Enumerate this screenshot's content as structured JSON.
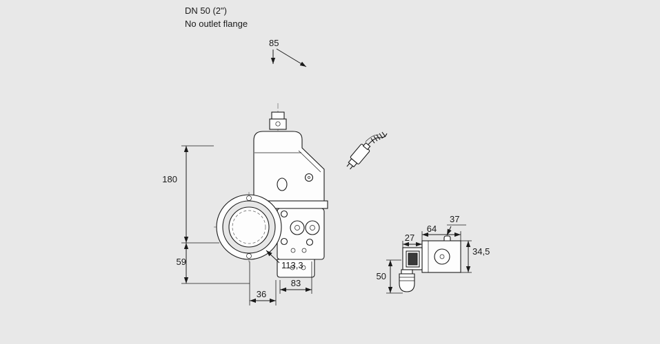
{
  "title": {
    "line1": "DN 50 (2\")",
    "line2": "No outlet flange"
  },
  "drawing": {
    "front_view": {
      "dim_width_top": "85",
      "dim_height_upper": "180",
      "dim_height_lower": "59",
      "dim_offset_bottom": "36",
      "dim_width_bottom": "83",
      "dim_depth": "113,3"
    },
    "side_view": {
      "dim_box_depth": "27",
      "dim_body_depth": "64",
      "dim_screw_pos": "37",
      "dim_body_height": "34,5",
      "dim_total_height": "50"
    }
  },
  "colors": {
    "background": "#e8e8e8",
    "line": "#1a1a1a",
    "fill": "#fdfdfd",
    "shade": "#e6e6e6"
  }
}
